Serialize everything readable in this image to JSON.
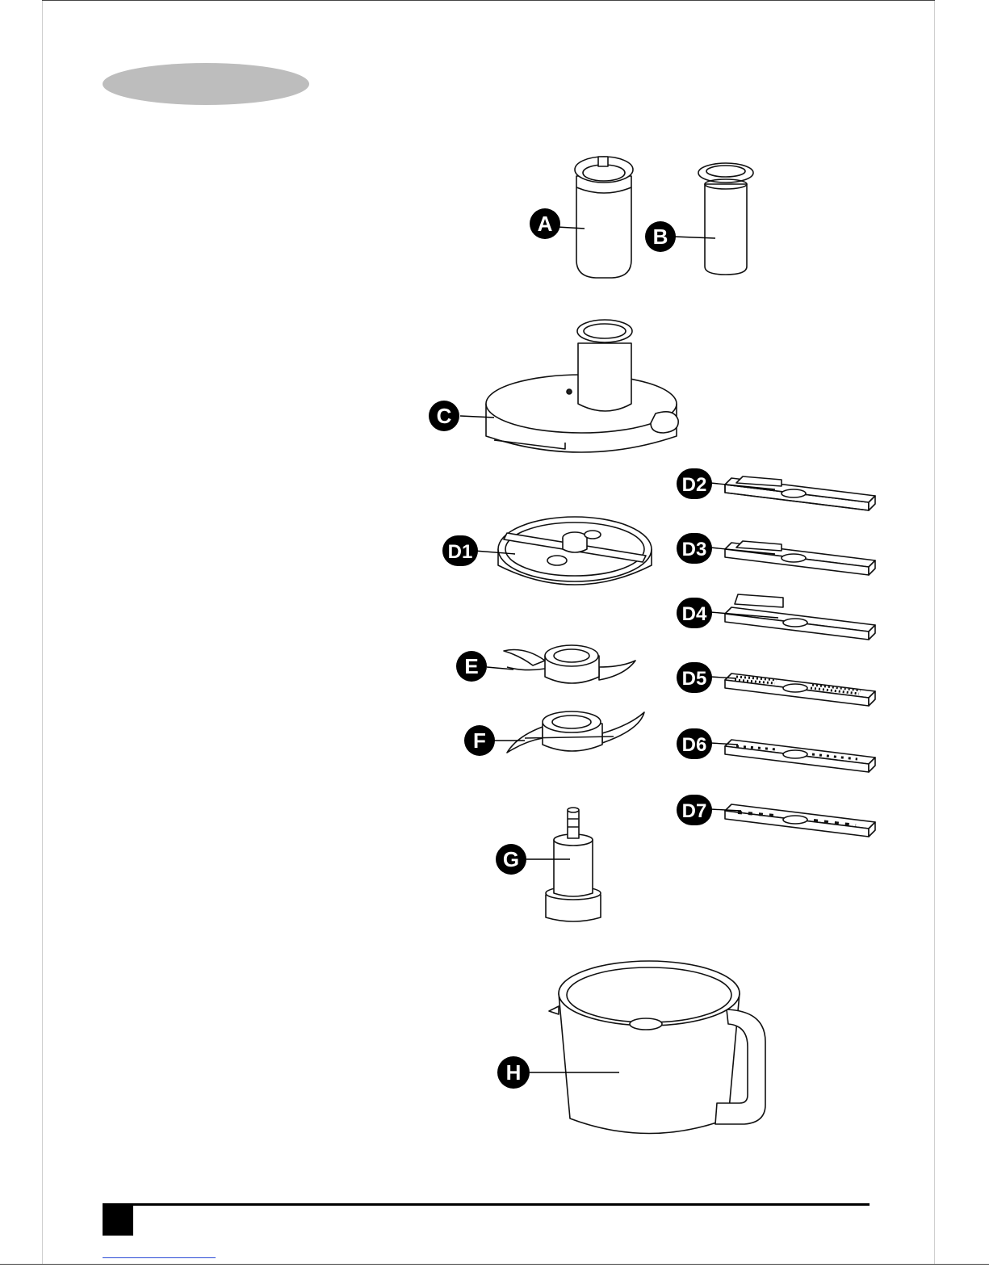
{
  "parts": {
    "A": {
      "label": "A"
    },
    "B": {
      "label": "B"
    },
    "C": {
      "label": "C"
    },
    "D1": {
      "label": "D1"
    },
    "D2": {
      "label": "D2"
    },
    "D3": {
      "label": "D3"
    },
    "D4": {
      "label": "D4"
    },
    "D5": {
      "label": "D5"
    },
    "D6": {
      "label": "D6"
    },
    "D7": {
      "label": "D7"
    },
    "E": {
      "label": "E"
    },
    "F": {
      "label": "F"
    },
    "G": {
      "label": "G"
    },
    "H": {
      "label": "H"
    }
  },
  "colors": {
    "header_pill": "#bdbdbd",
    "ink": "#000000",
    "part_fill": "#ffffff",
    "link_line": "#2b4bd6"
  }
}
